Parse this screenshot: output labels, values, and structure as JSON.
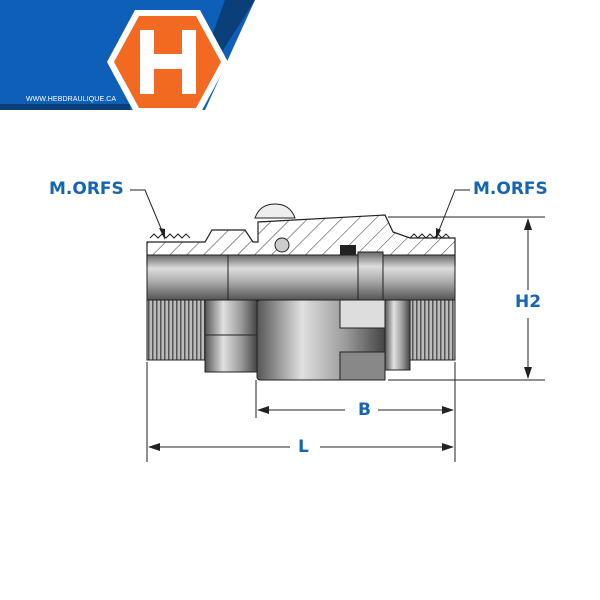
{
  "logo": {
    "letter": "H",
    "url": "WWW.HEBDRAULIQUE.CA"
  },
  "colors": {
    "brand_blue": "#0e5fb8",
    "dark_blue": "#0b3f7a",
    "orange": "#f26a21",
    "label_blue": "#1565b5"
  },
  "labels": {
    "left_port": "M.ORFS",
    "right_port": "M.ORFS",
    "height": "H2",
    "body_length": "B",
    "overall_length": "L"
  }
}
